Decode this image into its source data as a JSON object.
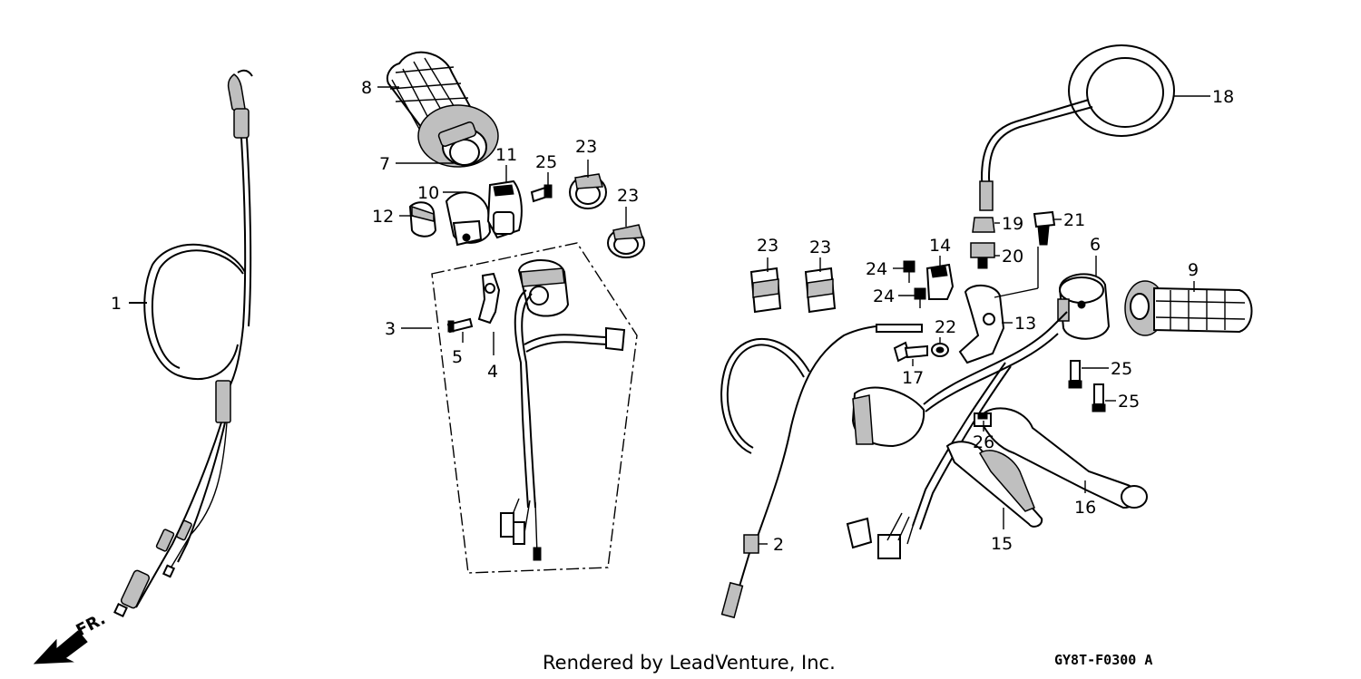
{
  "diagram": {
    "credit": "Rendered by LeadVenture, Inc.",
    "code": "GY8T-F0300 A",
    "direction_label": "FR.",
    "callouts": [
      {
        "id": "c1",
        "label": "1"
      },
      {
        "id": "c2",
        "label": "2"
      },
      {
        "id": "c3",
        "label": "3"
      },
      {
        "id": "c4",
        "label": "4"
      },
      {
        "id": "c5",
        "label": "5"
      },
      {
        "id": "c6",
        "label": "6"
      },
      {
        "id": "c7",
        "label": "7"
      },
      {
        "id": "c8",
        "label": "8"
      },
      {
        "id": "c9",
        "label": "9"
      },
      {
        "id": "c10",
        "label": "10"
      },
      {
        "id": "c11",
        "label": "11"
      },
      {
        "id": "c12",
        "label": "12"
      },
      {
        "id": "c13",
        "label": "13"
      },
      {
        "id": "c14",
        "label": "14"
      },
      {
        "id": "c15",
        "label": "15"
      },
      {
        "id": "c16",
        "label": "16"
      },
      {
        "id": "c17",
        "label": "17"
      },
      {
        "id": "c18",
        "label": "18"
      },
      {
        "id": "c19",
        "label": "19"
      },
      {
        "id": "c20",
        "label": "20"
      },
      {
        "id": "c21",
        "label": "21"
      },
      {
        "id": "c22",
        "label": "22"
      },
      {
        "id": "c23a",
        "label": "23"
      },
      {
        "id": "c23b",
        "label": "23"
      },
      {
        "id": "c23c",
        "label": "23"
      },
      {
        "id": "c23d",
        "label": "23"
      },
      {
        "id": "c24a",
        "label": "24"
      },
      {
        "id": "c24b",
        "label": "24"
      },
      {
        "id": "c25a",
        "label": "25"
      },
      {
        "id": "c25b",
        "label": "25"
      },
      {
        "id": "c25c",
        "label": "25"
      },
      {
        "id": "c26",
        "label": "26"
      }
    ]
  }
}
